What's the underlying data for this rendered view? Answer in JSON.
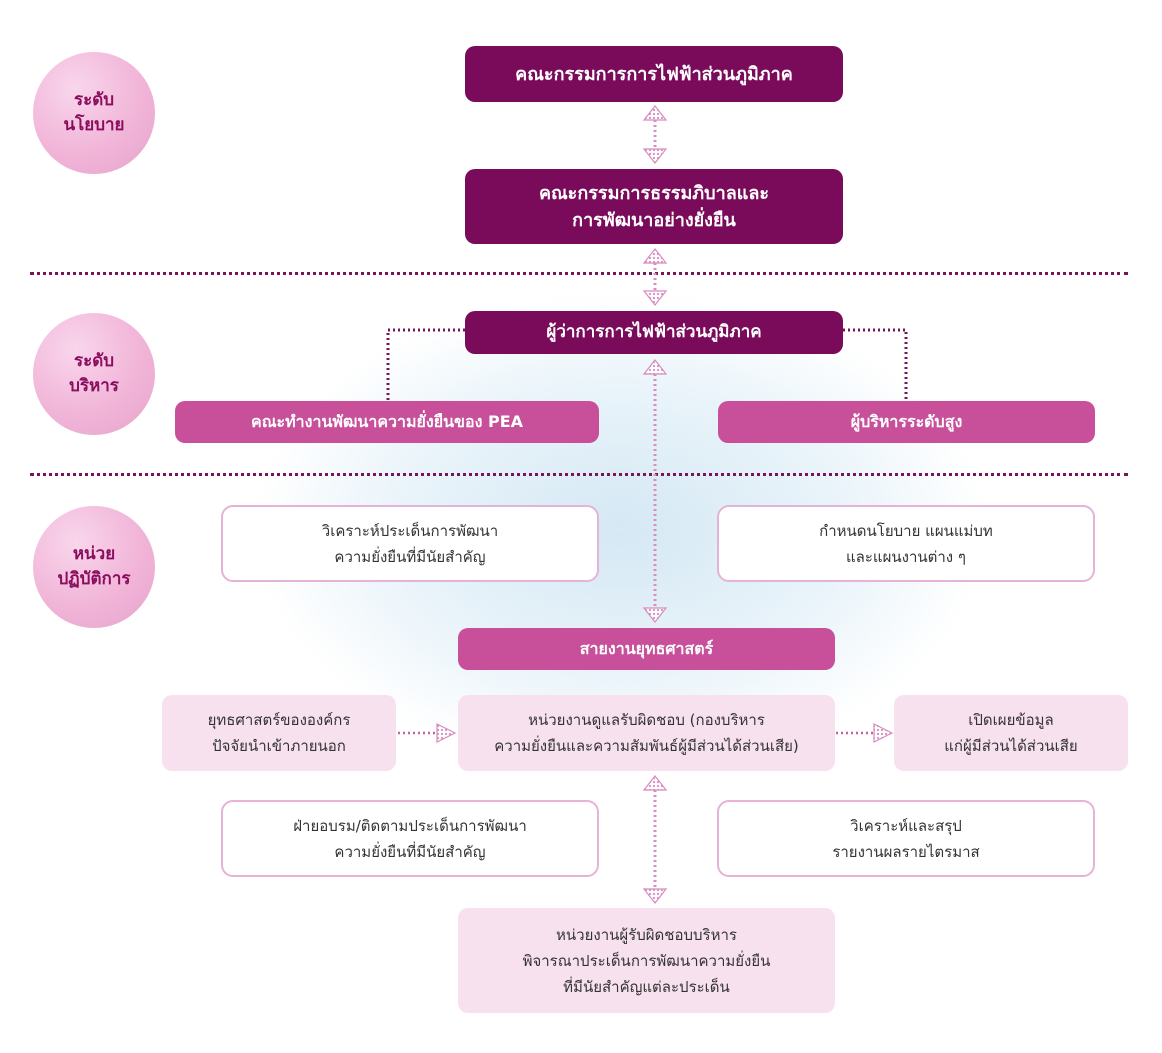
{
  "levels": {
    "policy": [
      "ระดับ",
      "นโยบาย"
    ],
    "management": [
      "ระดับ",
      "บริหาร"
    ],
    "operation": [
      "หน่วย",
      "ปฏิบัติการ"
    ]
  },
  "boxes": {
    "board": "คณะกรรมการการไฟฟ้าส่วนภูมิภาค",
    "governance_committee": [
      "คณะกรรมการธรรมภิบาลและ",
      "การพัฒนาอย่างยั่งยืน"
    ],
    "governor": "ผู้ว่าการการไฟฟ้าส่วนภูมิภาค",
    "working_group": "คณะทำงานพัฒนาความยั่งยืนของ PEA",
    "executives": "ผู้บริหารระดับสูง",
    "analyze_issues": [
      "วิเคราะห์ประเด็นการพัฒนา",
      "ความยั่งยืนที่มีนัยสำคัญ"
    ],
    "set_policy": [
      "กำหนดนโยบาย แผนแม่บท",
      "และแผนงานต่าง ๆ"
    ],
    "strategy_line": "สายงานยุทธศาสตร์",
    "org_strategy": [
      "ยุทธศาสตร์ขององค์กร",
      "ปัจจัยนำเข้าภายนอก"
    ],
    "responsible_unit": [
      "หน่วยงานดูแลรับผิดชอบ (กองบริหาร",
      "ความยั่งยืนและความสัมพันธ์ผู้มีส่วนได้ส่วนเสีย)"
    ],
    "disclosure": [
      "เปิดเผยข้อมูล",
      "แก่ผู้มีส่วนได้ส่วนเสีย"
    ],
    "train_follow": [
      "ฝ่ายอบรม/ติดตามประเด็นการพัฒนา",
      "ความยั่งยืนที่มีนัยสำคัญ"
    ],
    "quarterly_report": [
      "วิเคราะห์และสรุป",
      "รายงานผลรายไตรมาส"
    ],
    "admin_units": [
      "หน่วยงานผู้รับผิดชอบบริหาร",
      "พิจารณาประเด็นการพัฒนาความยั่งยืน",
      "ที่มีนัยสำคัญแต่ละประเด็น"
    ]
  },
  "colors": {
    "dark": "#7a0a5a",
    "mid": "#c8509a",
    "light": "#f7e1ef",
    "outline": "#e6b2d5",
    "arrow": "#e2a7cd"
  }
}
